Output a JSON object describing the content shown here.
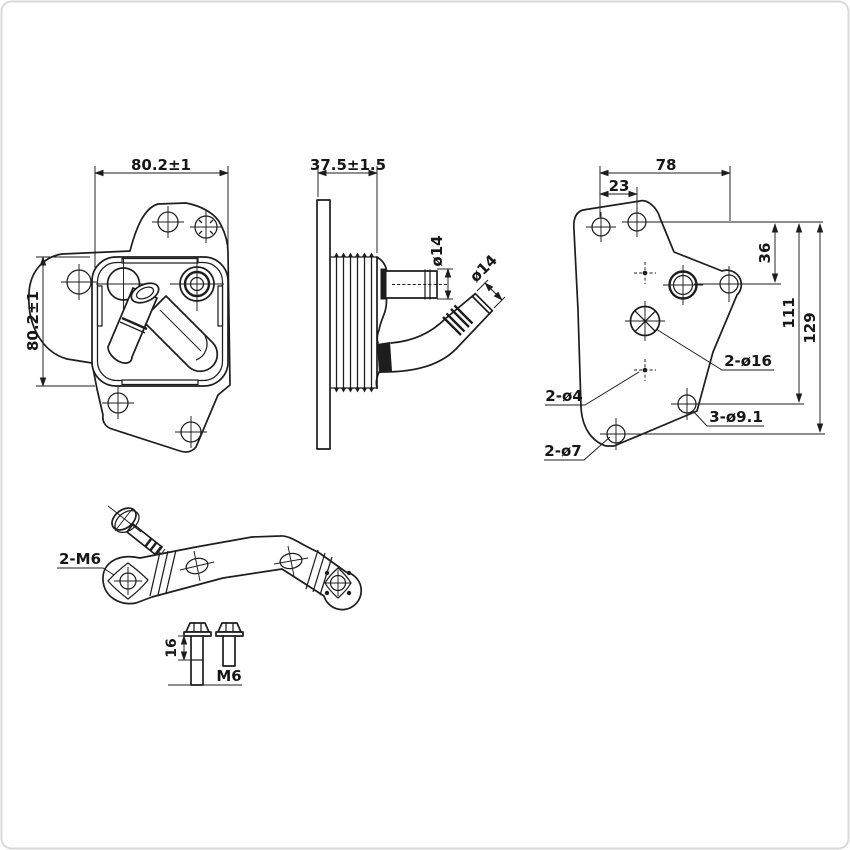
{
  "meta": {
    "background": "#ffffff",
    "line_color": "#1d1d1d",
    "border_color": "#d9d9d9",
    "drawing_type": "oil-cooler-technical-drawing"
  },
  "front_view": {
    "dim_width": "80.2±1",
    "dim_height": "80.2±1"
  },
  "side_view": {
    "dim_depth": "37.5±1.5",
    "dim_port_top": "ø14",
    "dim_port_angled": "ø14"
  },
  "rear_view": {
    "dim_overall_width": "78",
    "dim_hole_offset": "23",
    "dim_hole_drop": "36",
    "dim_height_mid": "111",
    "dim_height_overall": "129",
    "callout_large_holes": "2-ø16",
    "callout_pin_holes": "2-ø4",
    "callout_mount_holes": "3-ø9.1",
    "callout_bracket_holes": "2-ø7"
  },
  "bracket_view": {
    "callout_studs": "2-M6"
  },
  "fastener_view": {
    "dim_length": "16",
    "label_thread": "M6"
  }
}
